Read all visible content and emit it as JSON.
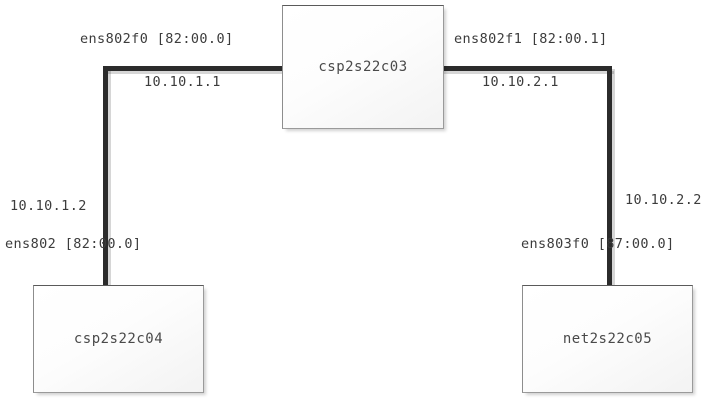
{
  "diagram": {
    "type": "network-topology",
    "nodes": [
      {
        "id": "csp2s22c03",
        "label": "csp2s22c03",
        "role": "switch-host-top"
      },
      {
        "id": "csp2s22c04",
        "label": "csp2s22c04",
        "role": "host-bottom-left"
      },
      {
        "id": "net2s22c05",
        "label": "net2s22c05",
        "role": "host-bottom-right"
      }
    ],
    "links": [
      {
        "id": "link-left",
        "from": "csp2s22c03",
        "to": "csp2s22c04",
        "from_interface": "ens802f0 [82:00.0]",
        "from_ip": "10.10.1.1",
        "to_interface": "ens802 [82:00.0]",
        "to_ip": "10.10.1.2"
      },
      {
        "id": "link-right",
        "from": "csp2s22c03",
        "to": "net2s22c05",
        "from_interface": "ens802f1 [82:00.1]",
        "from_ip": "10.10.2.1",
        "to_interface": "ens803f0 [87:00.0]",
        "to_ip": "10.10.2.2"
      }
    ]
  },
  "colors": {
    "link": "#2b2b2b",
    "node_border": "#9a9a9a",
    "text": "#3c3c3c",
    "background": "#ffffff"
  }
}
